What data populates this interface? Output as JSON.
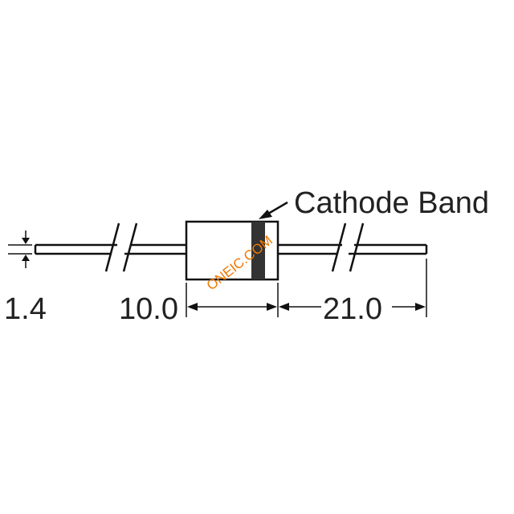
{
  "annotation": {
    "cathode_band": "Cathode Band"
  },
  "dimensions": {
    "lead_diameter": "1.4",
    "body_length": "10.0",
    "lead_length": "21.0"
  },
  "watermark": {
    "text": "ONEIC.COM",
    "color": "#f07800"
  },
  "colors": {
    "line": "#111111",
    "band": "#333333",
    "text": "#222222"
  }
}
